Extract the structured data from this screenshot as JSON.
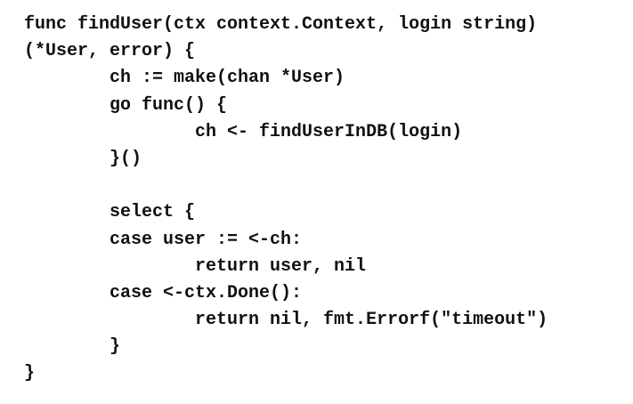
{
  "code": {
    "lines": [
      "func findUser(ctx context.Context, login string)",
      "(*User, error) {",
      "        ch := make(chan *User)",
      "        go func() {",
      "                ch <- findUserInDB(login)",
      "        }()",
      "",
      "        select {",
      "        case user := <-ch:",
      "                return user, nil",
      "        case <-ctx.Done():",
      "                return nil, fmt.Errorf(\"timeout\")",
      "        }",
      "}"
    ]
  }
}
